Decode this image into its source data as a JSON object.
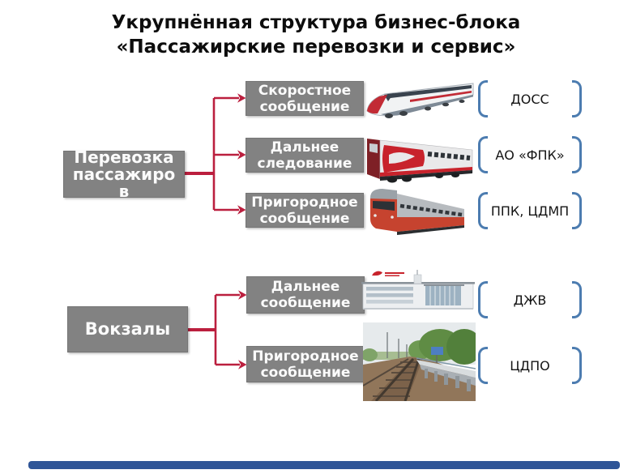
{
  "title": {
    "line1": "Укрупнённая структура бизнес-блока",
    "line2": "«Пассажирские перевозки и сервис»"
  },
  "colors": {
    "box_fill": "#828282",
    "box_text": "#FBFBFB",
    "connector_red": "#BB1F3E",
    "bracket_blue": "#4C7CB0",
    "footer_blue": "#2F5597"
  },
  "groups": [
    {
      "root": {
        "label": "Перевозка\nпассажиро\nв"
      },
      "children": [
        {
          "label": "Скоростное\nсообщение",
          "image": "high-speed-train-photo",
          "org": "ДОСС"
        },
        {
          "label": "Дальнее\nследование",
          "image": "long-distance-train-photo",
          "org": "АО «ФПК»"
        },
        {
          "label": "Пригородное\nсообщение",
          "image": "suburban-train-photo",
          "org": "ППК, ЦДМП"
        }
      ]
    },
    {
      "root": {
        "label": "Вокзалы"
      },
      "children": [
        {
          "label": "Дальнее\nсообщение",
          "image": "station-building-photo",
          "org": "ДЖВ"
        },
        {
          "label": "Пригородное\nсообщение",
          "image": "railway-platform-photo",
          "org": "ЦДПО"
        }
      ]
    }
  ]
}
